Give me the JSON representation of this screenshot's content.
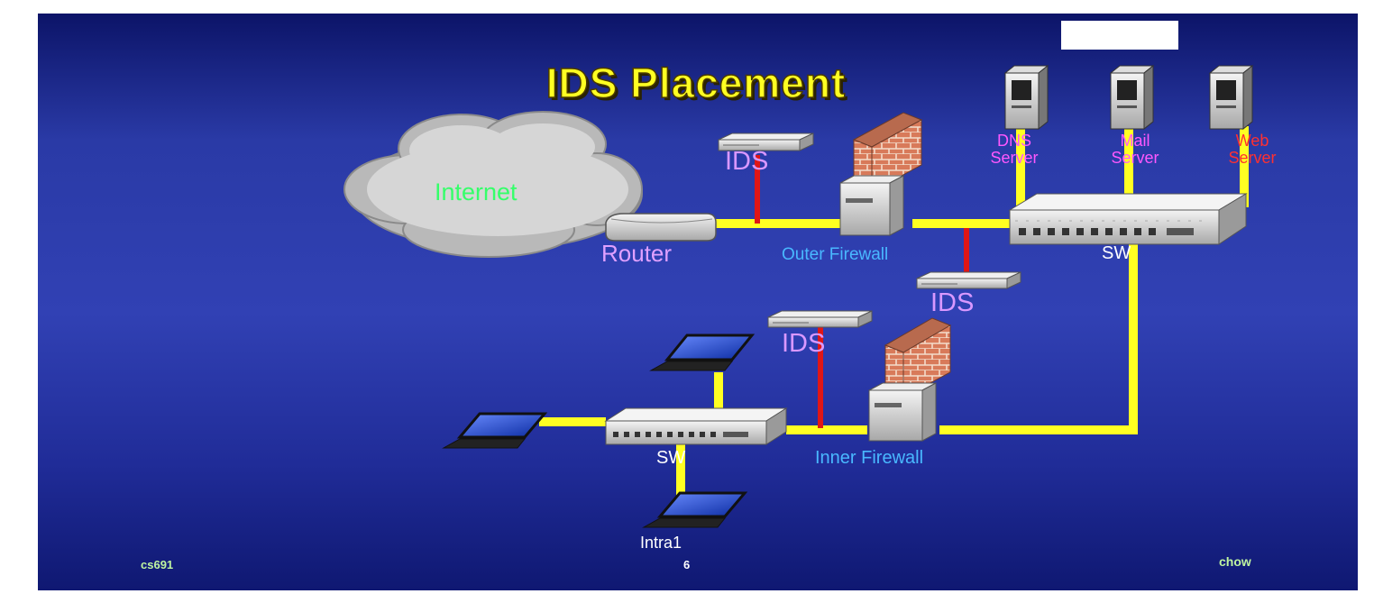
{
  "title": "IDS Placement",
  "labels": {
    "internet": "Internet",
    "router": "Router",
    "outer_firewall": "Outer Firewall",
    "inner_firewall": "Inner Firewall",
    "ids_outer": "IDS",
    "ids_dmz": "IDS",
    "ids_inner": "IDS",
    "switch_dmz": "SW",
    "switch_internal": "SW",
    "intra": "Intra1",
    "dns_server_line1": "DNS",
    "dns_server_line2": "Server",
    "mail_server_line1": "Mail",
    "mail_server_line2": "Server",
    "web_server_line1": "Web",
    "web_server_line2": "Server"
  },
  "footer": {
    "left": "cs691",
    "center": "6",
    "right": "chow"
  },
  "colors": {
    "link": "#ffff22",
    "ids_tap": "#e01616",
    "title": "#ffff22"
  },
  "icons": [
    "cloud-icon",
    "router-icon",
    "firewall-icon",
    "ids-sensor-icon",
    "switch-icon",
    "server-icon",
    "laptop-icon"
  ]
}
